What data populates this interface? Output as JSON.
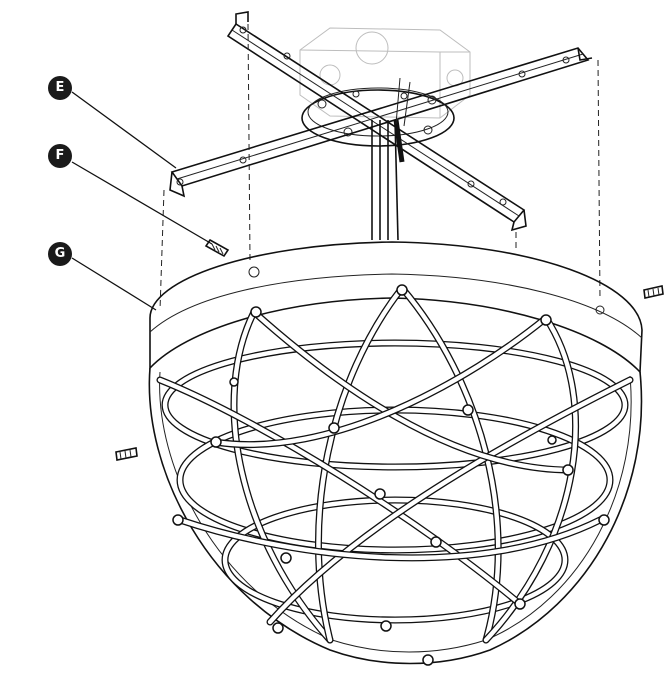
{
  "callouts": [
    {
      "label": "E"
    },
    {
      "label": "F"
    },
    {
      "label": "G"
    }
  ]
}
